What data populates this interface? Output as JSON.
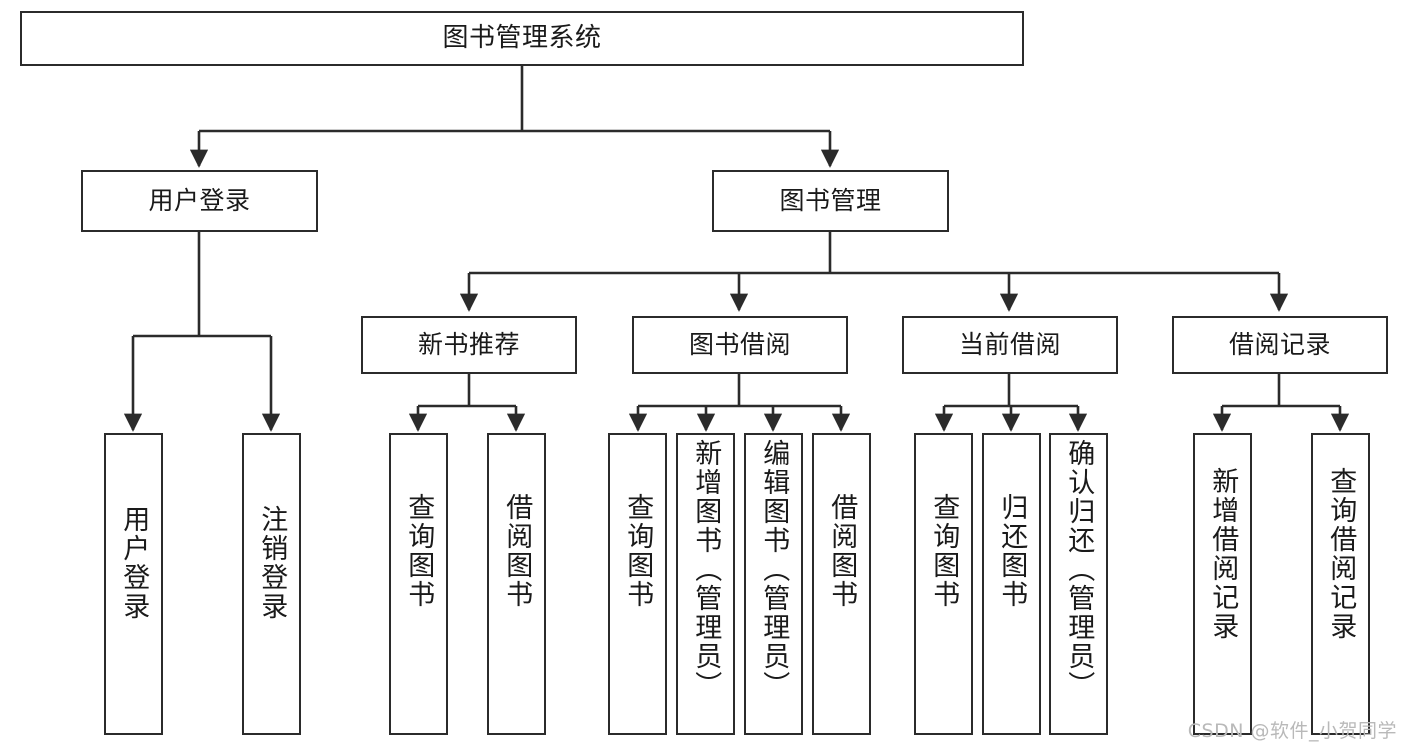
{
  "diagram": {
    "kind": "tree-hierarchy-chart",
    "title": "图书管理系统",
    "stroke_color": "#2b2b2b",
    "fill_color": "#ffffff",
    "text_color": "#1a1a1a",
    "levels": {
      "root": {
        "label": "图书管理系统"
      },
      "level2": [
        {
          "label": "用户登录"
        },
        {
          "label": "图书管理"
        }
      ],
      "level3": [
        {
          "label": "新书推荐"
        },
        {
          "label": "图书借阅"
        },
        {
          "label": "当前借阅"
        },
        {
          "label": "借阅记录"
        }
      ],
      "leaves": {
        "user_login": [
          {
            "label": "用户登录"
          },
          {
            "label": "注销登录"
          }
        ],
        "new_book_recommend": [
          {
            "label": "查询图书"
          },
          {
            "label": "借阅图书"
          }
        ],
        "book_borrow": [
          {
            "label": "查询图书"
          },
          {
            "label": "新增图书（管理员）"
          },
          {
            "label": "编辑图书（管理员）"
          },
          {
            "label": "借阅图书"
          }
        ],
        "current_borrow": [
          {
            "label": "查询图书"
          },
          {
            "label": "归还图书"
          },
          {
            "label": "确认归还（管理员）"
          }
        ],
        "borrow_records": [
          {
            "label": "新增借阅记录"
          },
          {
            "label": "查询借阅记录"
          }
        ]
      }
    }
  },
  "watermark": {
    "text": "CSDN @软件_小贺同学"
  }
}
